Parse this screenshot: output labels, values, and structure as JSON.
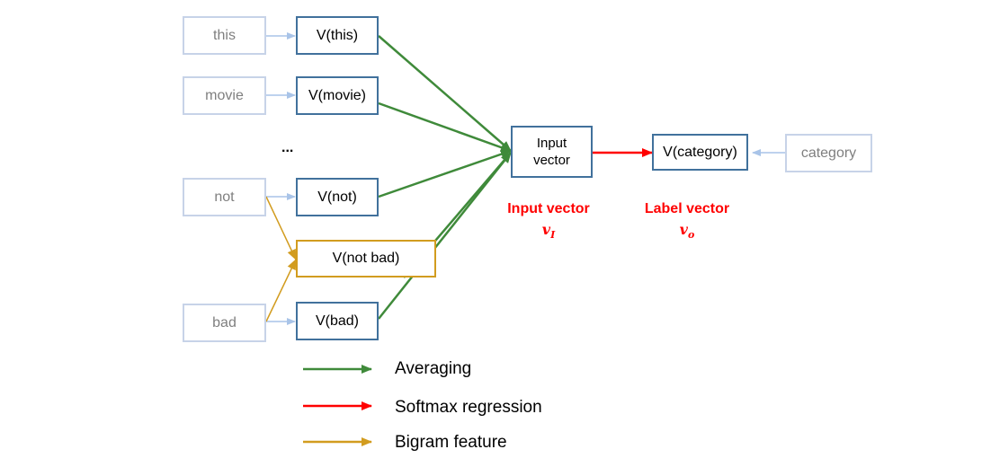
{
  "words": {
    "this": "this",
    "movie": "movie",
    "not": "not",
    "bad": "bad",
    "category": "category"
  },
  "vectors": {
    "this": "V(this)",
    "movie": "V(movie)",
    "not": "V(not)",
    "not_bad": "V(not bad)",
    "bad": "V(bad)",
    "category": "V(category)"
  },
  "ellipsis": "...",
  "input_box": {
    "line1": "Input",
    "line2": "vector"
  },
  "annotations": {
    "input_label": "Input vector",
    "input_symbol": "v",
    "input_subscript": "I",
    "label_label": "Label vector",
    "label_symbol": "v",
    "label_subscript": "o"
  },
  "legend": [
    {
      "label": "Averaging",
      "color": "#3f8a3a"
    },
    {
      "label": "Softmax regression",
      "color": "#ff0000"
    },
    {
      "label": "Bigram feature",
      "color": "#d29c1f"
    }
  ],
  "colors": {
    "word_border": "#c7d3e8",
    "vector_border": "#41719c",
    "averaging": "#3f8a3a",
    "softmax": "#ff0000",
    "bigram": "#d29c1f",
    "light_arrow": "#a9c4e8"
  }
}
